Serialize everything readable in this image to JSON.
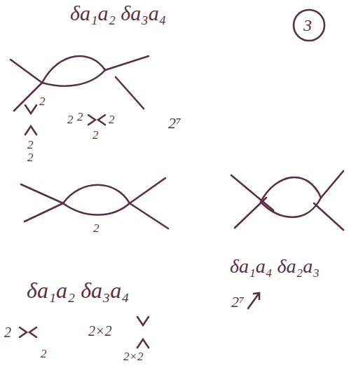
{
  "diagram": {
    "labels": [
      "δa₁a₂ δa₃a₄",
      "3",
      "2",
      "2",
      "2",
      "2",
      "2",
      "2",
      "2",
      "2⁷",
      "2",
      "δa₁a₂ δa₃a₄",
      "2",
      "2",
      "2×2",
      "2×2",
      "δa₁a₄ δa₂a₃",
      "2⁷"
    ]
  }
}
